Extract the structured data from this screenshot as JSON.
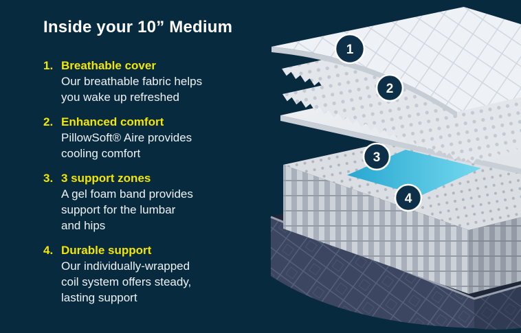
{
  "title": "Inside your 10” Medium",
  "colors": {
    "background_navy": "#072a3f",
    "accent_yellow": "#f3e600",
    "text_white": "#ffffff",
    "badge_navy": "#0d2f47",
    "badge_border": "#ffffff",
    "gel_teal": "#2fb3d9",
    "cover_white": "#eef1f5",
    "foam_gray": "#e3e7ec",
    "base_navy": "#3c4660"
  },
  "list": {
    "items": [
      {
        "number": "1.",
        "heading": "Breathable cover",
        "body_lines": [
          "Our breathable fabric helps",
          "you wake up refreshed"
        ]
      },
      {
        "number": "2.",
        "heading": "Enhanced comfort",
        "body_lines": [
          "PillowSoft® Aire provides",
          "cooling comfort"
        ]
      },
      {
        "number": "3.",
        "heading": "3 support zones",
        "body_lines": [
          "A gel foam band provides",
          "support for the lumbar",
          "and hips"
        ]
      },
      {
        "number": "4.",
        "heading": "Durable support",
        "body_lines": [
          "Our individually-wrapped",
          "coil system offers steady,",
          "lasting support"
        ]
      }
    ]
  },
  "diagram": {
    "badges": [
      {
        "label": "1"
      },
      {
        "label": "2"
      },
      {
        "label": "3"
      },
      {
        "label": "4"
      }
    ]
  }
}
